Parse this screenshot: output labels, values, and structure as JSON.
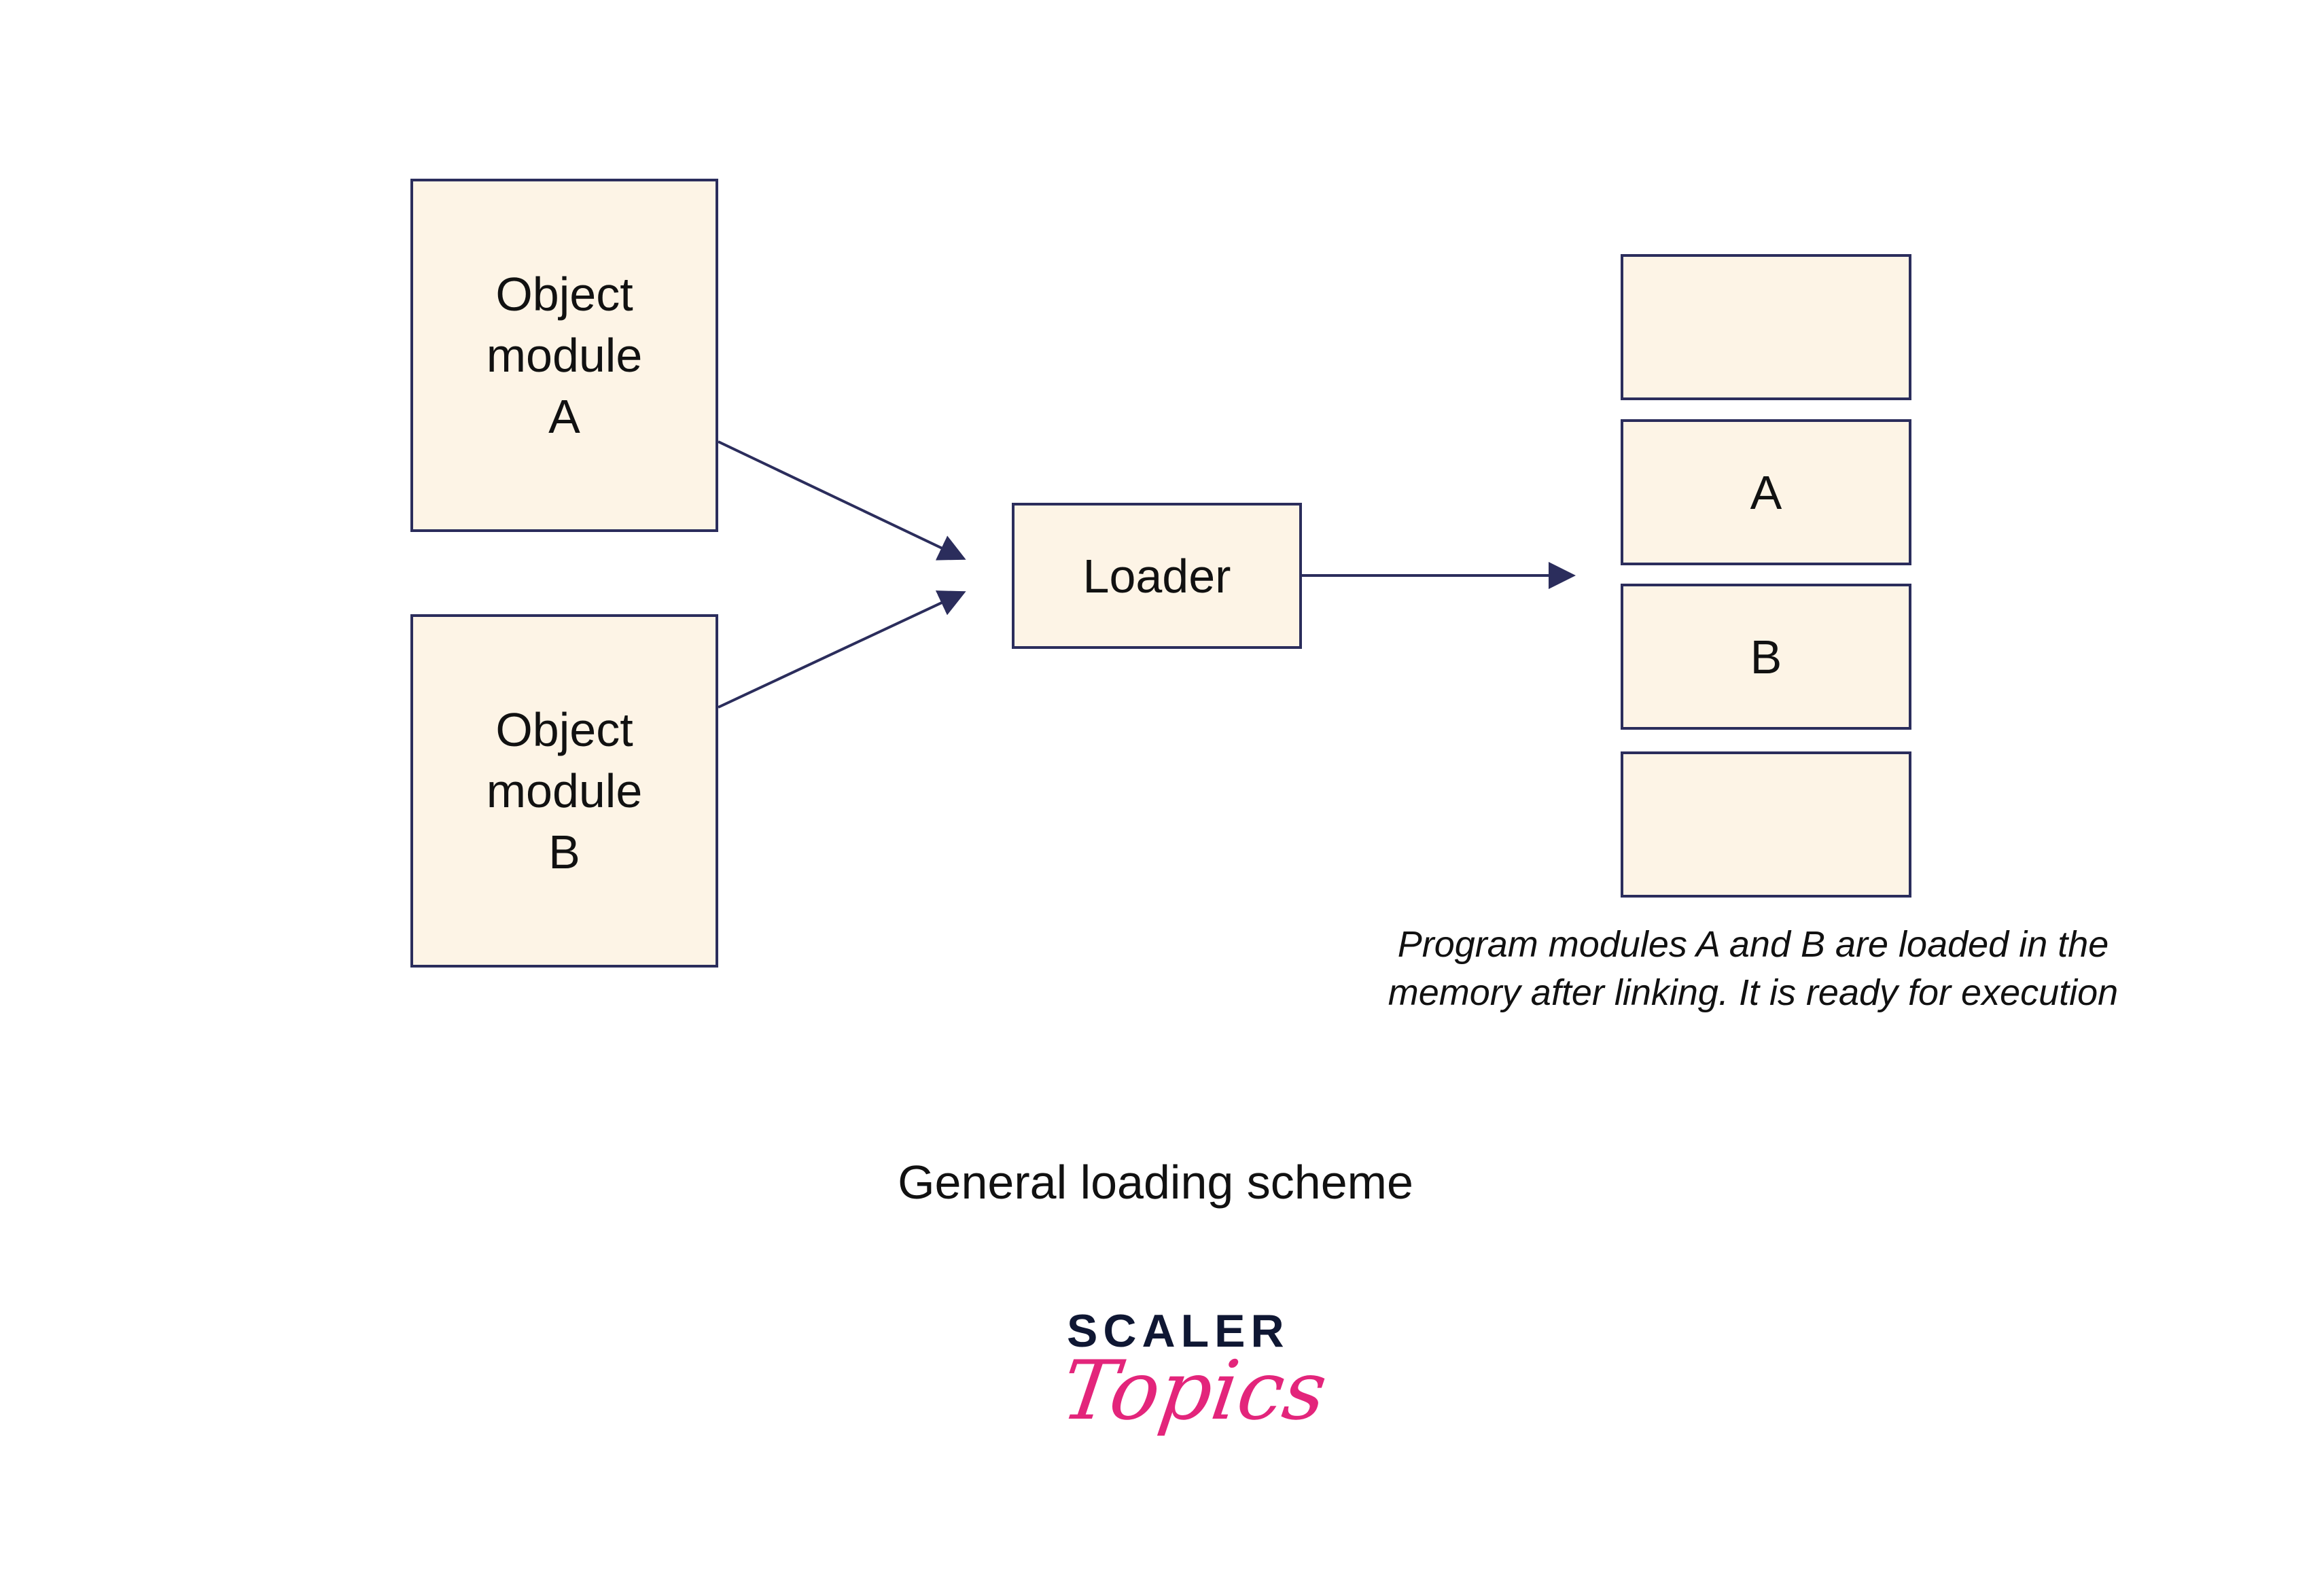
{
  "diagram": {
    "module_a": {
      "label": "Object\nmodule\nA"
    },
    "module_b": {
      "label": "Object\nmodule\nB"
    },
    "loader": {
      "label": "Loader"
    },
    "memory": {
      "slots": [
        "",
        "A",
        "B",
        ""
      ]
    },
    "caption": "Program modules A and B are loaded in the memory after linking. It is ready for execution",
    "title": "General loading scheme"
  },
  "logo": {
    "word": "SCALER",
    "script": "Topics"
  },
  "colors": {
    "box_fill": "#fdf4e6",
    "box_border": "#2b2d5c",
    "arrow": "#2b2d5c",
    "logo_dark": "#0f1733",
    "logo_pink": "#e3257b"
  }
}
